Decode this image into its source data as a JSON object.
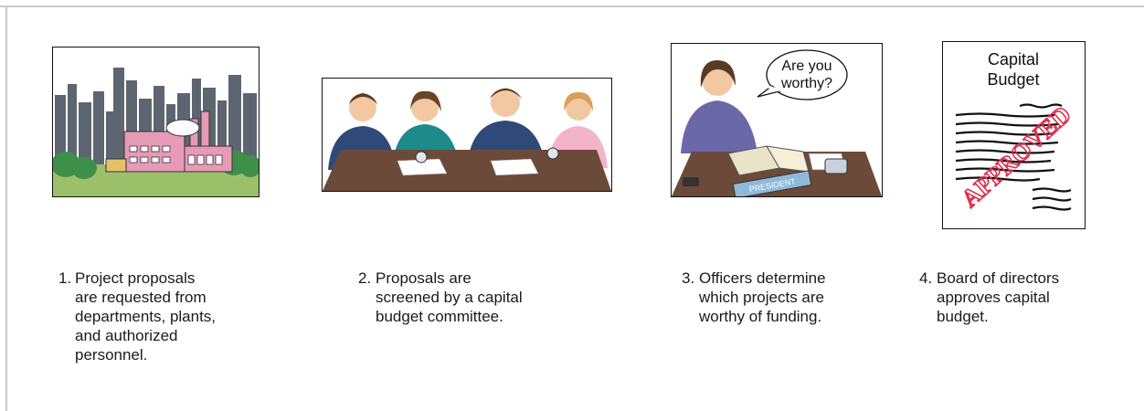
{
  "steps": [
    {
      "number": "1.",
      "lines": [
        "Project proposals",
        "are requested from",
        "departments, plants,",
        "and authorized",
        "personnel."
      ]
    },
    {
      "number": "2.",
      "lines": [
        "Proposals are",
        "screened by a capital",
        "budget committee."
      ]
    },
    {
      "number": "3.",
      "lines": [
        "Officers determine",
        "which projects are",
        "worthy of funding."
      ]
    },
    {
      "number": "4.",
      "lines": [
        "Board of directors",
        "approves capital",
        "budget."
      ]
    }
  ],
  "illustrations": {
    "speech_bubble": [
      "Are you",
      "worthy?"
    ],
    "nameplate": "PRESIDENT",
    "document_title": [
      "Capital",
      "Budget"
    ],
    "stamp": "APPROVED"
  },
  "colors": {
    "skyline": "#5d6670",
    "factory": "#e79ab5",
    "trees": "#3e8f4a",
    "ground": "#9cc06a",
    "table": "#6b4a3a",
    "suit_dark": "#2f4a78",
    "suit_teal": "#1f8a8a",
    "stamp": "#e0304f"
  }
}
